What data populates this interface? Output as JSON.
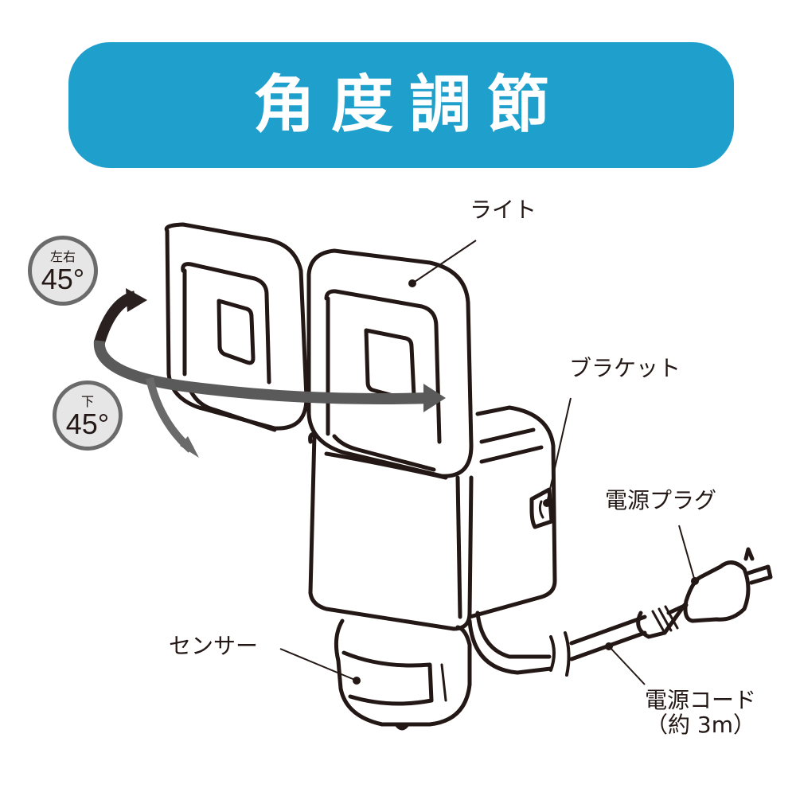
{
  "banner": {
    "title": "角度調節",
    "color": "#1fa0cc"
  },
  "badges": [
    {
      "direction": "左右",
      "angle": "45°"
    },
    {
      "direction": "下",
      "angle": "45°"
    }
  ],
  "labels": {
    "light": "ライト",
    "bracket": "ブラケット",
    "power_plug": "電源プラグ",
    "sensor": "センサー",
    "power_cord": "電源コード",
    "power_cord_length": "（約 3m）"
  },
  "colors": {
    "line": "#231815",
    "arrow_dark": "#2b2020",
    "arrow_gray": "#5a5a5a",
    "badge_fill": "#e6e6e6",
    "badge_border": "#6b6b6b"
  }
}
